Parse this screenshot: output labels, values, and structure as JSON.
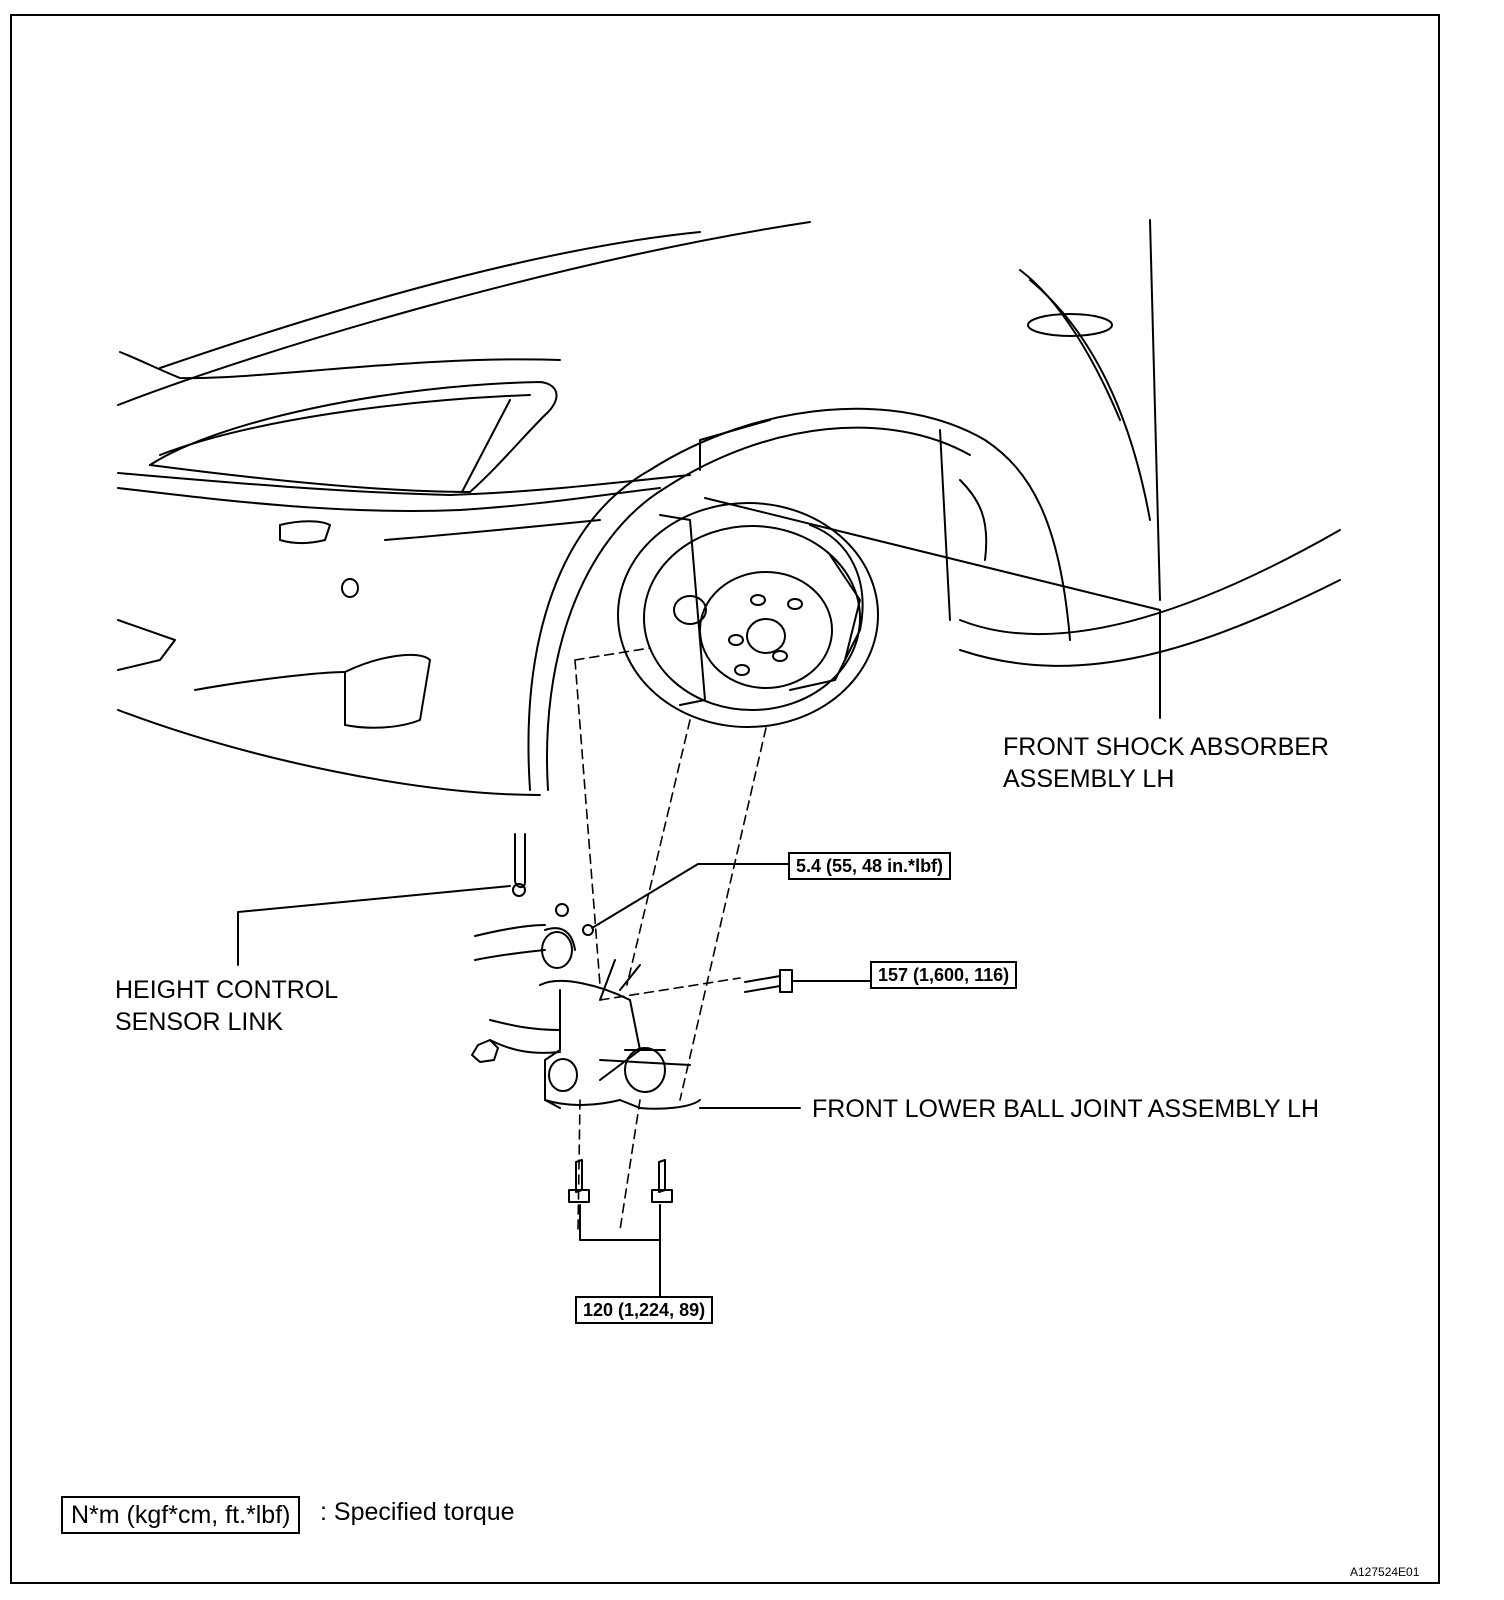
{
  "labels": {
    "shock_line1": "FRONT SHOCK ABSORBER",
    "shock_line2": "ASSEMBLY LH",
    "height_line1": "HEIGHT CONTROL",
    "height_line2": "SENSOR LINK",
    "ball_joint": "FRONT LOWER BALL JOINT ASSEMBLY LH"
  },
  "torques": {
    "nut": "5.4 (55, 48 in.*lbf)",
    "bolt_side": "157 (1,600, 116)",
    "bolt_bottom": "120 (1,224, 89)"
  },
  "legend": {
    "unit": "N*m (kgf*cm, ft.*lbf)",
    "description": ": Specified torque"
  },
  "figure_code": "A127524E01"
}
